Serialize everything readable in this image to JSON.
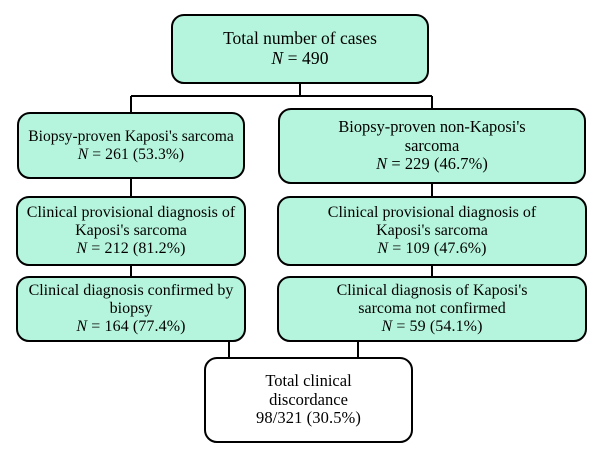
{
  "diagram": {
    "title": "Kaposi's sarcoma biopsy vs clinical diagnosis flowchart",
    "type": "flowchart",
    "colors": {
      "node_fill": "#b6f5dd",
      "terminal_fill": "#ffffff",
      "border": "#000000",
      "text": "#000000",
      "background": "#ffffff"
    },
    "nodes": [
      {
        "id": "total",
        "lines": [
          "Total number of cases",
          "N = 490"
        ],
        "n": 490,
        "fill": "green"
      },
      {
        "id": "biopsy_ks",
        "lines": [
          "Biopsy-proven Kaposi's sarcoma",
          "N = 261 (53.3%)"
        ],
        "n": 261,
        "percent": "53.3%",
        "fill": "green"
      },
      {
        "id": "biopsy_nonks",
        "lines": [
          "Biopsy-proven non-Kaposi's",
          "sarcoma",
          "N = 229 (46.7%)"
        ],
        "n": 229,
        "percent": "46.7%",
        "fill": "green"
      },
      {
        "id": "clinical_provisional_ks",
        "lines": [
          "Clinical provisional diagnosis of",
          "Kaposi's sarcoma",
          "N = 212 (81.2%)"
        ],
        "n": 212,
        "percent": "81.2%",
        "fill": "green"
      },
      {
        "id": "clinical_provisional_nonks",
        "lines": [
          "Clinical provisional diagnosis of",
          "Kaposi's sarcoma",
          "N = 109 (47.6%)"
        ],
        "n": 109,
        "percent": "47.6%",
        "fill": "green"
      },
      {
        "id": "confirmed_by_biopsy",
        "lines": [
          "Clinical diagnosis confirmed by",
          "biopsy",
          "N = 164 (77.4%)"
        ],
        "n": 164,
        "percent": "77.4%",
        "fill": "green"
      },
      {
        "id": "not_confirmed",
        "lines": [
          "Clinical diagnosis of Kaposi's",
          "sarcoma not confirmed",
          "N = 59 (54.1%)"
        ],
        "n": 59,
        "percent": "54.1%",
        "fill": "green"
      },
      {
        "id": "total_discordance",
        "lines": [
          "Total clinical",
          "discordance",
          "98/321 (30.5%)"
        ],
        "ratio": "98/321",
        "percent": "30.5%",
        "fill": "white"
      }
    ],
    "text": {
      "total_l1": "Total number of cases",
      "total_l2_var": "N",
      "total_l2_rest": " = 490",
      "biopsy_ks_l1": "Biopsy-proven Kaposi's sarcoma",
      "biopsy_ks_l2_var": "N",
      "biopsy_ks_l2_rest": " = 261 (53.3%)",
      "biopsy_nonks_l1": "Biopsy-proven non-Kaposi's",
      "biopsy_nonks_l2": "sarcoma",
      "biopsy_nonks_l3_var": "N",
      "biopsy_nonks_l3_rest": " = 229 (46.7%)",
      "clin_ks_l1": "Clinical provisional diagnosis of",
      "clin_ks_l2": "Kaposi's sarcoma",
      "clin_ks_l3_var": "N",
      "clin_ks_l3_rest": " = 212 (81.2%)",
      "clin_nonks_l1": "Clinical provisional diagnosis of",
      "clin_nonks_l2": "Kaposi's sarcoma",
      "clin_nonks_l3_var": "N",
      "clin_nonks_l3_rest": " = 109 (47.6%)",
      "confirmed_l1": "Clinical diagnosis confirmed by",
      "confirmed_l2": "biopsy",
      "confirmed_l3_var": "N",
      "confirmed_l3_rest": " = 164 (77.4%)",
      "notconfirmed_l1": "Clinical diagnosis of Kaposi's",
      "notconfirmed_l2": "sarcoma not confirmed",
      "notconfirmed_l3_var": "N",
      "notconfirmed_l3_rest": " = 59 (54.1%)",
      "discordance_l1": "Total clinical",
      "discordance_l2": "discordance",
      "discordance_l3": "98/321 (30.5%)"
    }
  }
}
